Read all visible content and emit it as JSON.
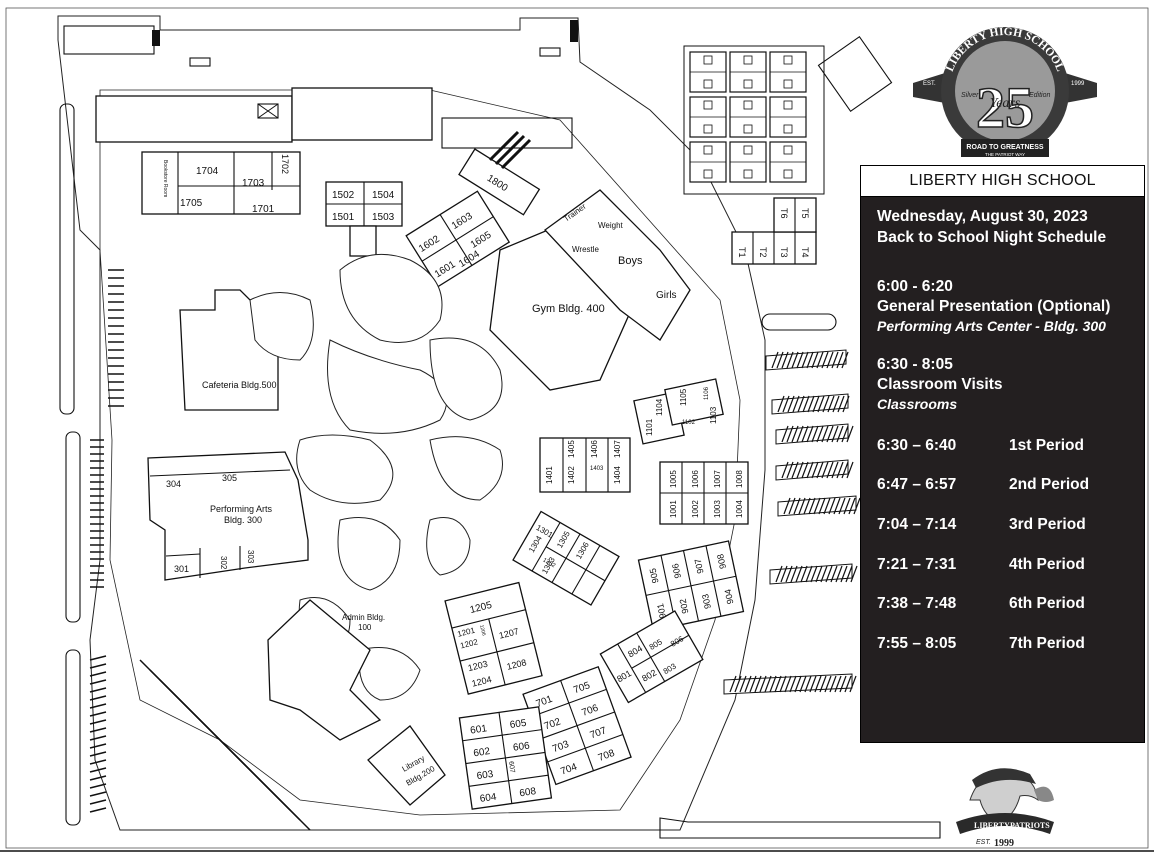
{
  "schedule": {
    "school_name": "LIBERTY HIGH SCHOOL",
    "date": "Wednesday, August 30, 2023",
    "event": "Back to School Night Schedule",
    "sessions": [
      {
        "time": "6:00 - 6:20",
        "title": "General Presentation (Optional)",
        "location": "Performing Arts Center - Bldg. 300"
      },
      {
        "time": "6:30 - 8:05",
        "title": "Classroom Visits",
        "location": "Classrooms"
      }
    ],
    "periods": [
      {
        "time": "6:30 – 6:40",
        "name": "1st Period"
      },
      {
        "time": "6:47 – 6:57",
        "name": "2nd Period"
      },
      {
        "time": "7:04 – 7:14",
        "name": "3rd Period"
      },
      {
        "time": "7:21 – 7:31",
        "name": "4th Period"
      },
      {
        "time": "7:38 – 7:48",
        "name": "6th Period"
      },
      {
        "time": "7:55 – 8:05",
        "name": "7th Period"
      }
    ]
  },
  "logo_top": {
    "school": "LIBERTY HIGH SCHOOL",
    "est": "EST.",
    "year": "1999",
    "number": "25",
    "script": "Years",
    "left_word": "Silver",
    "right_word": "Edition",
    "banner": "ROAD TO GREATNESS",
    "sub_banner": "THE PATRIOT WAY"
  },
  "logo_bottom": {
    "text1": "LIBERTY",
    "text2": "PATRIOTS",
    "text3": "EST.",
    "year": "1999"
  },
  "map": {
    "buildings": {
      "gym": "Gym Bldg. 400",
      "cafeteria": "Cafeteria Bldg.500",
      "performing_arts_1": "Performing Arts",
      "performing_arts_2": "Bldg. 300",
      "admin_1": "Admin Bldg.",
      "admin_2": "100",
      "library_1": "Library",
      "library_2": "Bldg.200",
      "bldg_1800": "1800",
      "bookstore": "Bookstore Room"
    },
    "gym_rooms": [
      "Trainer",
      "Weight",
      "Wrestle",
      "Boys",
      "Girls"
    ],
    "portables": [
      "T1",
      "T2",
      "T3",
      "T4",
      "T5",
      "T6"
    ],
    "rooms_1700": [
      "1704",
      "1703",
      "1702",
      "1705",
      "1701"
    ],
    "rooms_1500": [
      "1502",
      "1504",
      "1501",
      "1503"
    ],
    "rooms_1600": [
      "1603",
      "1602",
      "1605",
      "1601",
      "1604"
    ],
    "rooms_300": [
      "304",
      "305",
      "301",
      "302",
      "303"
    ],
    "rooms_1100": [
      "1101",
      "1104",
      "1105",
      "1106",
      "1102",
      "1103"
    ],
    "rooms_1400": [
      "1405",
      "1406",
      "1407",
      "1401",
      "1402",
      "1403",
      "1404"
    ],
    "rooms_1000": [
      "1005",
      "1006",
      "1007",
      "1008",
      "1001",
      "1002",
      "1003",
      "1004"
    ],
    "rooms_1300": [
      "1304",
      "1305",
      "1306",
      "1301",
      "1302",
      "1303"
    ],
    "rooms_900": [
      "905",
      "906",
      "907",
      "908",
      "901",
      "902",
      "903",
      "904"
    ],
    "rooms_1200": [
      "1205",
      "1201",
      "1202",
      "1206",
      "1207",
      "1203",
      "1204",
      "1208"
    ],
    "rooms_800": [
      "804",
      "801",
      "805",
      "806",
      "802",
      "803"
    ],
    "rooms_700": [
      "701",
      "705",
      "702",
      "706",
      "703",
      "707",
      "704",
      "708"
    ],
    "rooms_600": [
      "601",
      "605",
      "602",
      "606",
      "603",
      "607",
      "604",
      "608"
    ]
  }
}
